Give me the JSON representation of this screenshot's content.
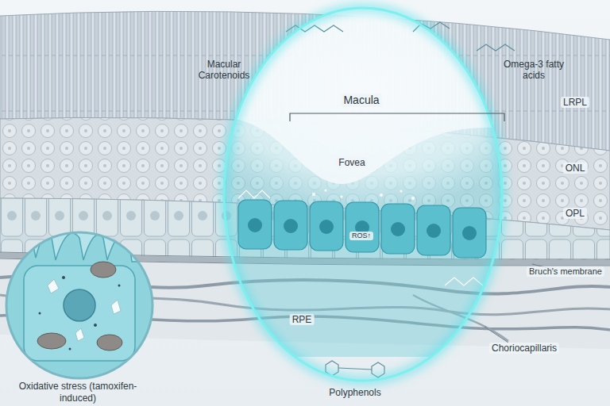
{
  "diagram": {
    "labels": [
      "Macular Carotenoids",
      "Omega-3 fatty acids",
      "Macula",
      "Fovea",
      "ROS↑",
      "LRPL",
      "ONL",
      "OPL",
      "Bruch's membrane",
      "RPE",
      "Choriocapillaris",
      "Oxidative stress (tamoxifen-induced)",
      "Polyphenols"
    ]
  }
}
